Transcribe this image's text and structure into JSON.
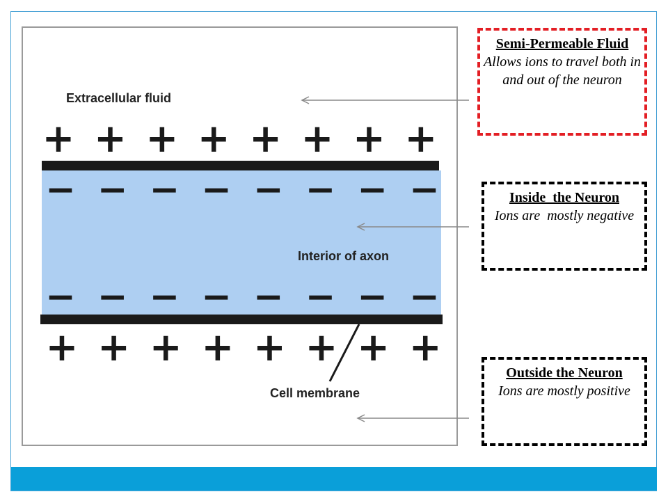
{
  "diagram": {
    "labels": {
      "extracellular": "Extracellular fluid",
      "interior": "Interior of axon",
      "membrane": "Cell membrane"
    },
    "top_plus": [
      "+",
      "+",
      "+",
      "+",
      "+",
      "+",
      "+",
      "+"
    ],
    "inner_top_minus": [
      "−",
      "−",
      "−",
      "−",
      "−",
      "−",
      "−",
      "−"
    ],
    "inner_bottom_minus": [
      "−",
      "−",
      "−",
      "−",
      "−",
      "−",
      "−",
      "−"
    ],
    "bottom_plus": [
      "+",
      "+",
      "+",
      "+",
      "+",
      "+",
      "+",
      "+"
    ],
    "colors": {
      "axon_fill": "#aecff2",
      "membrane": "#1a1a1a",
      "accent_bar": "#0a9fd9",
      "callout_red": "#e31e24"
    }
  },
  "callouts": [
    {
      "title": "Semi-Permeable Fluid",
      "body": "Allows ions to travel both in and out of the neuron"
    },
    {
      "title": "Inside  the Neuron",
      "body": "Ions are  mostly negative"
    },
    {
      "title": "Outside the Neuron",
      "body": "Ions are mostly positive"
    }
  ]
}
